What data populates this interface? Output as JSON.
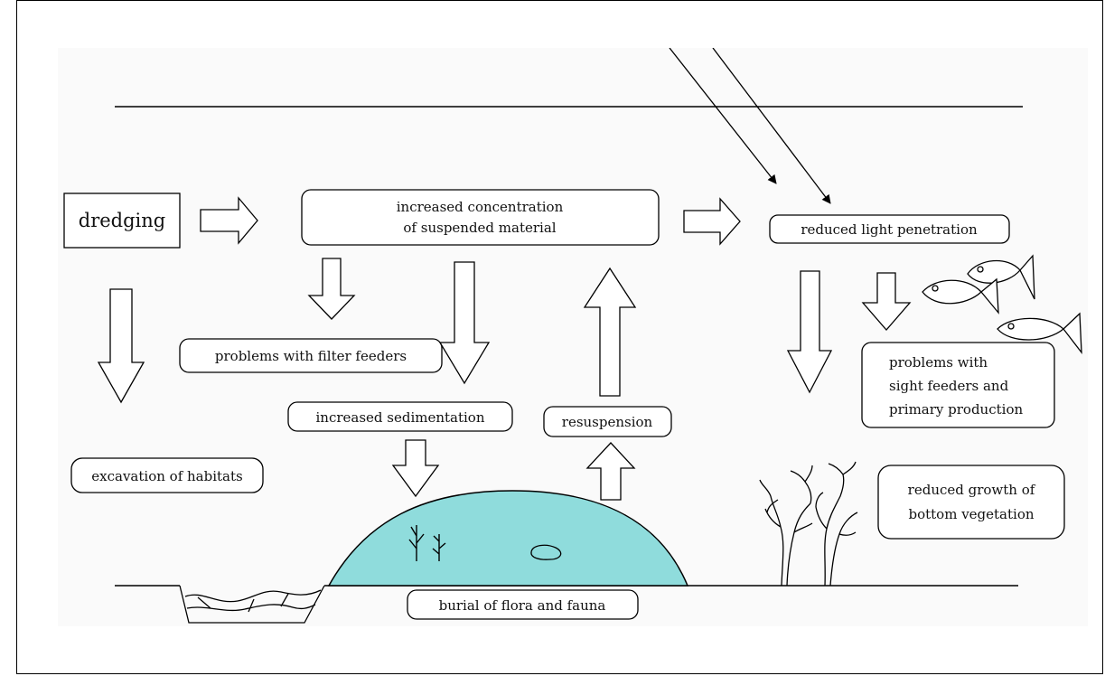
{
  "labels": {
    "dredging": "dredging",
    "concentration_line1": "increased concentration",
    "concentration_line2": "of suspended material",
    "reduced_light": "reduced light penetration",
    "filter_feeders": "problems with filter feeders",
    "sedimentation": "increased sedimentation",
    "resuspension": "resuspension",
    "sight_line1": "problems with",
    "sight_line2": "sight feeders and",
    "sight_line3": "primary production",
    "excavation": "excavation of habitats",
    "vegetation_line1": "reduced growth of",
    "vegetation_line2": "bottom vegetation",
    "burial": "burial of flora and fauna"
  },
  "colors": {
    "sediment_mound": "#8fdcdc",
    "stroke": "#000000"
  },
  "icons": [
    "fish-icon",
    "dead-tree-icon",
    "sunlight-ray-icon",
    "seaweed-icon",
    "stone-icon"
  ]
}
